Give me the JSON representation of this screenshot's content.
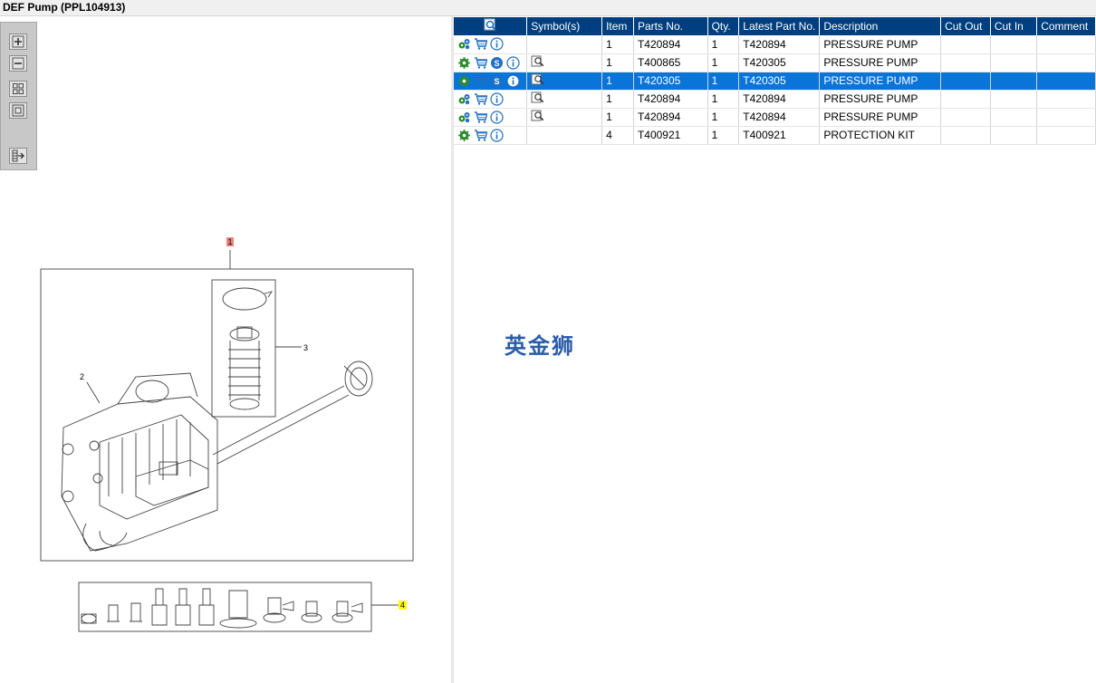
{
  "window": {
    "title": "DEF Pump (PPL104913)"
  },
  "viewer": {
    "tools": [
      "zoom-in-icon",
      "zoom-out-icon",
      "fit-icon",
      "actual-size-icon",
      "export-icon"
    ],
    "callouts": [
      {
        "label": "1",
        "color": "#f08080"
      },
      {
        "label": "2"
      },
      {
        "label": "3"
      },
      {
        "label": "4",
        "color": "#ffff00"
      }
    ]
  },
  "table": {
    "headers": {
      "symbols": "Symbol(s)",
      "item": "Item",
      "parts_no": "Parts No.",
      "qty": "Qty.",
      "latest_part_no": "Latest Part No.",
      "description": "Description",
      "cut_out": "Cut Out",
      "cut_in": "Cut In",
      "comment": "Comment"
    },
    "rows": [
      {
        "icons": [
          "gears-icon",
          "cart-icon",
          "info-icon"
        ],
        "symbol": "",
        "item": "1",
        "parts_no": "T420894",
        "qty": "1",
        "latest_part_no": "T420894",
        "description": "PRESSURE PUMP",
        "cut_out": "",
        "cut_in": "",
        "comment": "",
        "selected": false
      },
      {
        "icons": [
          "gear-icon",
          "cart-icon",
          "supersession-icon",
          "info-icon"
        ],
        "symbol": "magnifier-doc-icon",
        "item": "1",
        "parts_no": "T400865",
        "qty": "1",
        "latest_part_no": "T420305",
        "description": "PRESSURE PUMP",
        "cut_out": "",
        "cut_in": "",
        "comment": "",
        "selected": false
      },
      {
        "icons": [
          "gear-icon",
          "cart-icon",
          "supersession-icon",
          "info-icon"
        ],
        "symbol": "magnifier-doc-icon",
        "item": "1",
        "parts_no": "T420305",
        "qty": "1",
        "latest_part_no": "T420305",
        "description": "PRESSURE PUMP",
        "cut_out": "",
        "cut_in": "",
        "comment": "",
        "selected": true
      },
      {
        "icons": [
          "gears-icon",
          "cart-icon",
          "info-icon"
        ],
        "symbol": "magnifier-doc-icon",
        "item": "1",
        "parts_no": "T420894",
        "qty": "1",
        "latest_part_no": "T420894",
        "description": "PRESSURE PUMP",
        "cut_out": "",
        "cut_in": "",
        "comment": "",
        "selected": false
      },
      {
        "icons": [
          "gears-icon",
          "cart-icon",
          "info-icon"
        ],
        "symbol": "magnifier-doc-icon",
        "item": "1",
        "parts_no": "T420894",
        "qty": "1",
        "latest_part_no": "T420894",
        "description": "PRESSURE PUMP",
        "cut_out": "",
        "cut_in": "",
        "comment": "",
        "selected": false
      },
      {
        "icons": [
          "gear-icon",
          "cart-icon",
          "info-icon"
        ],
        "symbol": "",
        "item": "4",
        "parts_no": "T400921",
        "qty": "1",
        "latest_part_no": "T400921",
        "description": "PROTECTION KIT",
        "cut_out": "",
        "cut_in": "",
        "comment": "",
        "selected": false
      }
    ]
  },
  "watermark": {
    "text": "英金狮"
  },
  "colors": {
    "header_bg": "#003f7f",
    "selected_bg": "#0a74d8",
    "accent_blue": "#2a5caa"
  }
}
